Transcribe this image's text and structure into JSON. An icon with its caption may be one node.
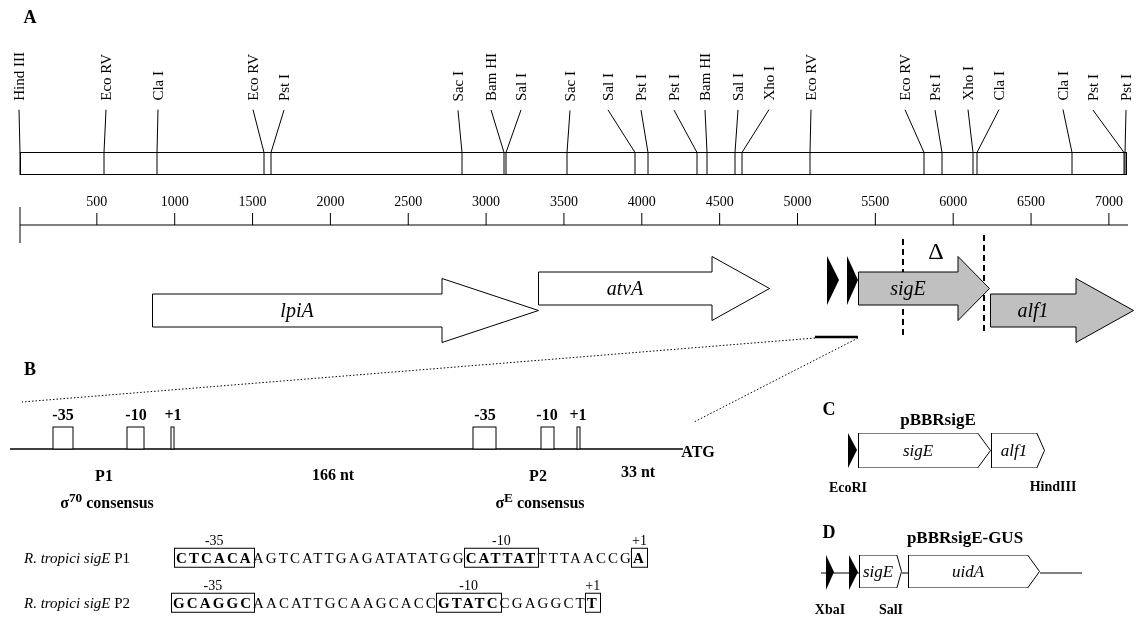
{
  "diagram": {
    "nodes": [
      {
        "text": [],
        "shape": "bar"
      },
      {
        "text": [
          "Hind III"
        ]
      },
      {
        "text": [
          "Eco RV"
        ]
      },
      {
        "text": [
          "Cla I"
        ]
      },
      {
        "text": [
          "Eco RV"
        ]
      },
      {
        "text": [
          "Pst I"
        ]
      },
      {
        "text": [
          "Sac I"
        ]
      },
      {
        "text": [
          "Bam HI"
        ]
      },
      {
        "text": [
          "Sal I"
        ]
      },
      {
        "text": [
          "Sac I"
        ]
      },
      {
        "text": [
          "Sal I"
        ]
      },
      {
        "text": [
          "Pst I"
        ]
      },
      {
        "text": [
          "Pst I"
        ]
      },
      {
        "text": [
          "Bam HI"
        ]
      },
      {
        "text": [
          "Sal I"
        ]
      },
      {
        "text": [
          "Xho I"
        ]
      },
      {
        "text": [
          "Eco RV"
        ]
      },
      {
        "text": [
          "Eco RV"
        ]
      },
      {
        "text": [
          "Pst I"
        ]
      },
      {
        "text": [
          "Xho I"
        ]
      },
      {
        "text": [
          "Cla I"
        ]
      },
      {
        "text": [
          "Cla I"
        ]
      },
      {
        "text": [
          "Pst I"
        ]
      },
      {
        "text": [
          "Pst I"
        ]
      },
      {
        "text": [
          "lpiA"
        ]
      },
      {
        "text": [
          "atvA"
        ]
      },
      {
        "text": [
          "sigE"
        ]
      },
      {
        "text": [
          "alf1"
        ]
      },
      {
        "text": [
          "sigE"
        ]
      },
      {
        "text": [
          "alf1"
        ]
      },
      {
        "text": [
          "sigE"
        ]
      },
      {
        "text": [
          "uidA"
        ]
      }
    ],
    "edges": [
      {
        "from": 1,
        "to": 0,
        "arrow": "none"
      },
      {
        "from": 2,
        "to": 0,
        "arrow": "none"
      },
      {
        "from": 3,
        "to": 0,
        "arrow": "none"
      },
      {
        "from": 4,
        "to": 0,
        "arrow": "none"
      },
      {
        "from": 5,
        "to": 0,
        "arrow": "none"
      },
      {
        "from": 6,
        "to": 0,
        "arrow": "none"
      },
      {
        "from": 7,
        "to": 0,
        "arrow": "none"
      },
      {
        "from": 8,
        "to": 0,
        "arrow": "none"
      },
      {
        "from": 9,
        "to": 0,
        "arrow": "none"
      },
      {
        "from": 10,
        "to": 0,
        "arrow": "none"
      },
      {
        "from": 11,
        "to": 0,
        "arrow": "none"
      },
      {
        "from": 12,
        "to": 0,
        "arrow": "none"
      },
      {
        "from": 13,
        "to": 0,
        "arrow": "none"
      },
      {
        "from": 14,
        "to": 0,
        "arrow": "none"
      },
      {
        "from": 15,
        "to": 0,
        "arrow": "none"
      },
      {
        "from": 16,
        "to": 0,
        "arrow": "none"
      },
      {
        "from": 17,
        "to": 0,
        "arrow": "none"
      },
      {
        "from": 18,
        "to": 0,
        "arrow": "none"
      },
      {
        "from": 19,
        "to": 0,
        "arrow": "none"
      },
      {
        "from": 20,
        "to": 0,
        "arrow": "none"
      },
      {
        "from": 21,
        "to": 0,
        "arrow": "none"
      },
      {
        "from": 22,
        "to": 0,
        "arrow": "none"
      },
      {
        "from": 23,
        "to": 0,
        "arrow": "none"
      }
    ],
    "labels": [
      "A",
      "500",
      "1000",
      "1500",
      "2000",
      "2500",
      "3000",
      "3500",
      "4000",
      "4500",
      "5000",
      "5500",
      "6000",
      "6500",
      "7000",
      "Δ",
      "B",
      "-35",
      "-10",
      "+1",
      "-35",
      "-10",
      "+1",
      "ATG",
      "P1",
      "166 nt",
      "P2",
      "33 nt",
      "σ$^{70}$ consensus",
      "σ$^{E}$ consensus",
      "C",
      "pBBRsigE",
      "EcoRI",
      "HindIII",
      "D",
      "pBBRsigE-GUS",
      "XbaI",
      "SalI",
      "-35",
      "-10",
      "+1",
      "*R. tropici sigE* P1",
      "**CTCACA**AGTCATTGAGATATATGG**CATTAT**TTTAACCG**A**",
      "-35",
      "-10",
      "+1",
      "*R. tropici sigE* P2",
      "**GCAGGC**AACATTGCAAGCACC**GTATC**CGAGGCT**T**"
    ]
  }
}
